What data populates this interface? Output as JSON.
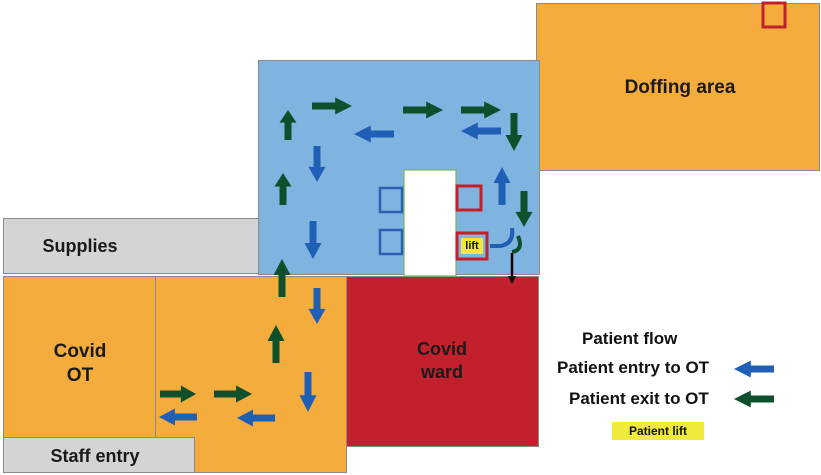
{
  "colors": {
    "orange": "#f4ac3c",
    "blue_zone": "#7fb3e0",
    "red_zone": "#c2202c",
    "gray_zone": "#d3d4d6",
    "entry_arrow": "#1f5fb5",
    "exit_arrow": "#0f4f2c",
    "lift_yellow": "#f0ea3c",
    "red_outline": "#c2202c",
    "blue_outline": "#2f5fb0"
  },
  "zones": {
    "doffing_area": "Doffing area",
    "supplies": "Supplies",
    "covid_ot": "Covid\nOT",
    "covid_ward": "Covid\nward",
    "staff_entry": "Staff entry",
    "lift": "lift"
  },
  "legend": {
    "title": "Patient flow",
    "entry": "Patient entry to OT",
    "exit": "Patient exit to OT",
    "lift": "Patient lift"
  }
}
